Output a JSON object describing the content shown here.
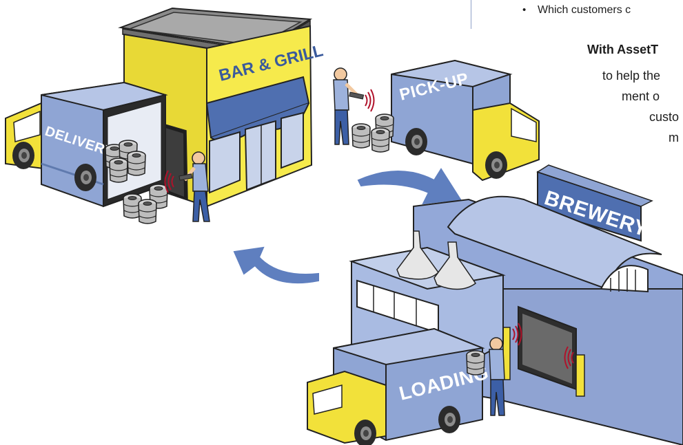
{
  "text_panel": {
    "bullet_symbol": "•",
    "bullet_text": "Which customers c",
    "heading": "With AssetT",
    "lines": [
      "to help the",
      "ment o",
      "custo",
      "m"
    ]
  },
  "signs": {
    "bar": "BAR & GRILL",
    "delivery": "DELIVERY",
    "pickup": "PICK-UP",
    "brewery": "BREWERY",
    "loading": "LOADING"
  },
  "colors": {
    "truck_blue": "#8fa5d4",
    "cab_yellow": "#f4e43a",
    "building_yellow": "#f6ea4c",
    "brewery_blue": "#93a8d8",
    "arrow_blue": "#5f7fbf",
    "rfid_red": "#b0122a"
  }
}
